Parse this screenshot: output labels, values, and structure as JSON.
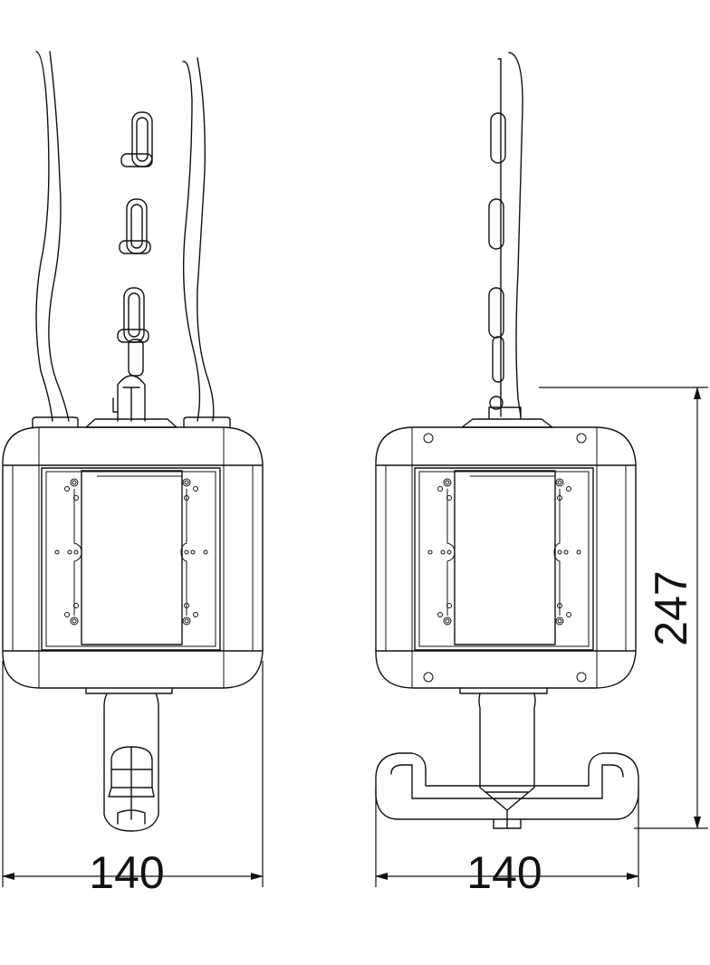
{
  "dimensions": {
    "left_width": "140",
    "right_width": "140",
    "height": "247"
  },
  "colors": {
    "line": "#111111",
    "background": "#ffffff"
  }
}
